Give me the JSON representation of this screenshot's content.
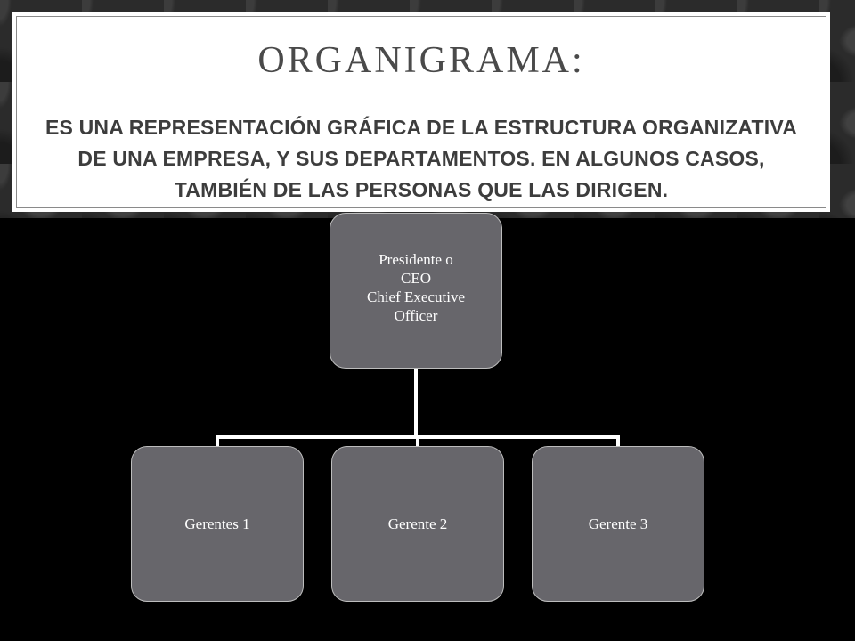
{
  "slide": {
    "title": "ORGANIGRAMA:",
    "subtitle": "ES UNA REPRESENTACIÓN GRÁFICA DE LA ESTRUCTURA ORGANIZATIVA DE UNA EMPRESA, Y SUS DEPARTAMENTOS. EN ALGUNOS CASOS, TAMBIÉN DE LAS PERSONAS QUE LAS DIRIGEN."
  },
  "org_chart": {
    "root": "Presidente o\nCEO\nChief  Executive\nOfficer",
    "children": [
      "Gerentes 1",
      "Gerente 2",
      "Gerente 3"
    ]
  },
  "colors": {
    "node_fill": "#67666b",
    "connector": "#ffffff",
    "background": "#000000"
  }
}
